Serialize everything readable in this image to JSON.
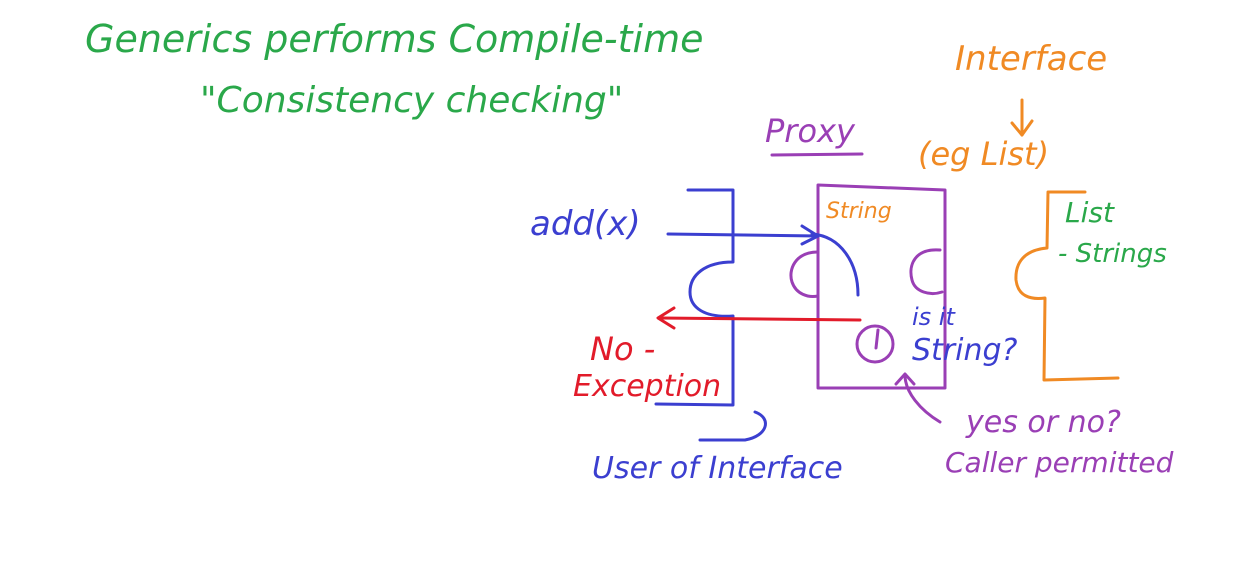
{
  "colors": {
    "green": "#2aa84a",
    "blue": "#3b3fd0",
    "purple": "#9a3fb5",
    "orange": "#f08a24",
    "red": "#e21b2a"
  },
  "heading": {
    "line1": "Generics performs Compile-time",
    "line2": "\"Consistency checking\""
  },
  "interface_note": {
    "title": "Interface",
    "example": "(eg List)"
  },
  "proxy": {
    "label": "Proxy",
    "box_label": "String",
    "check_text_1": "is it",
    "check_text_2": "String?",
    "decision_1": "yes or no?",
    "decision_2": "Caller permitted"
  },
  "list_side": {
    "label_1": "List",
    "label_2": "- Strings"
  },
  "caller": {
    "call": "add(x)",
    "user_label": "User of Interface"
  },
  "exception": {
    "line1": "No -",
    "line2": "Exception"
  }
}
